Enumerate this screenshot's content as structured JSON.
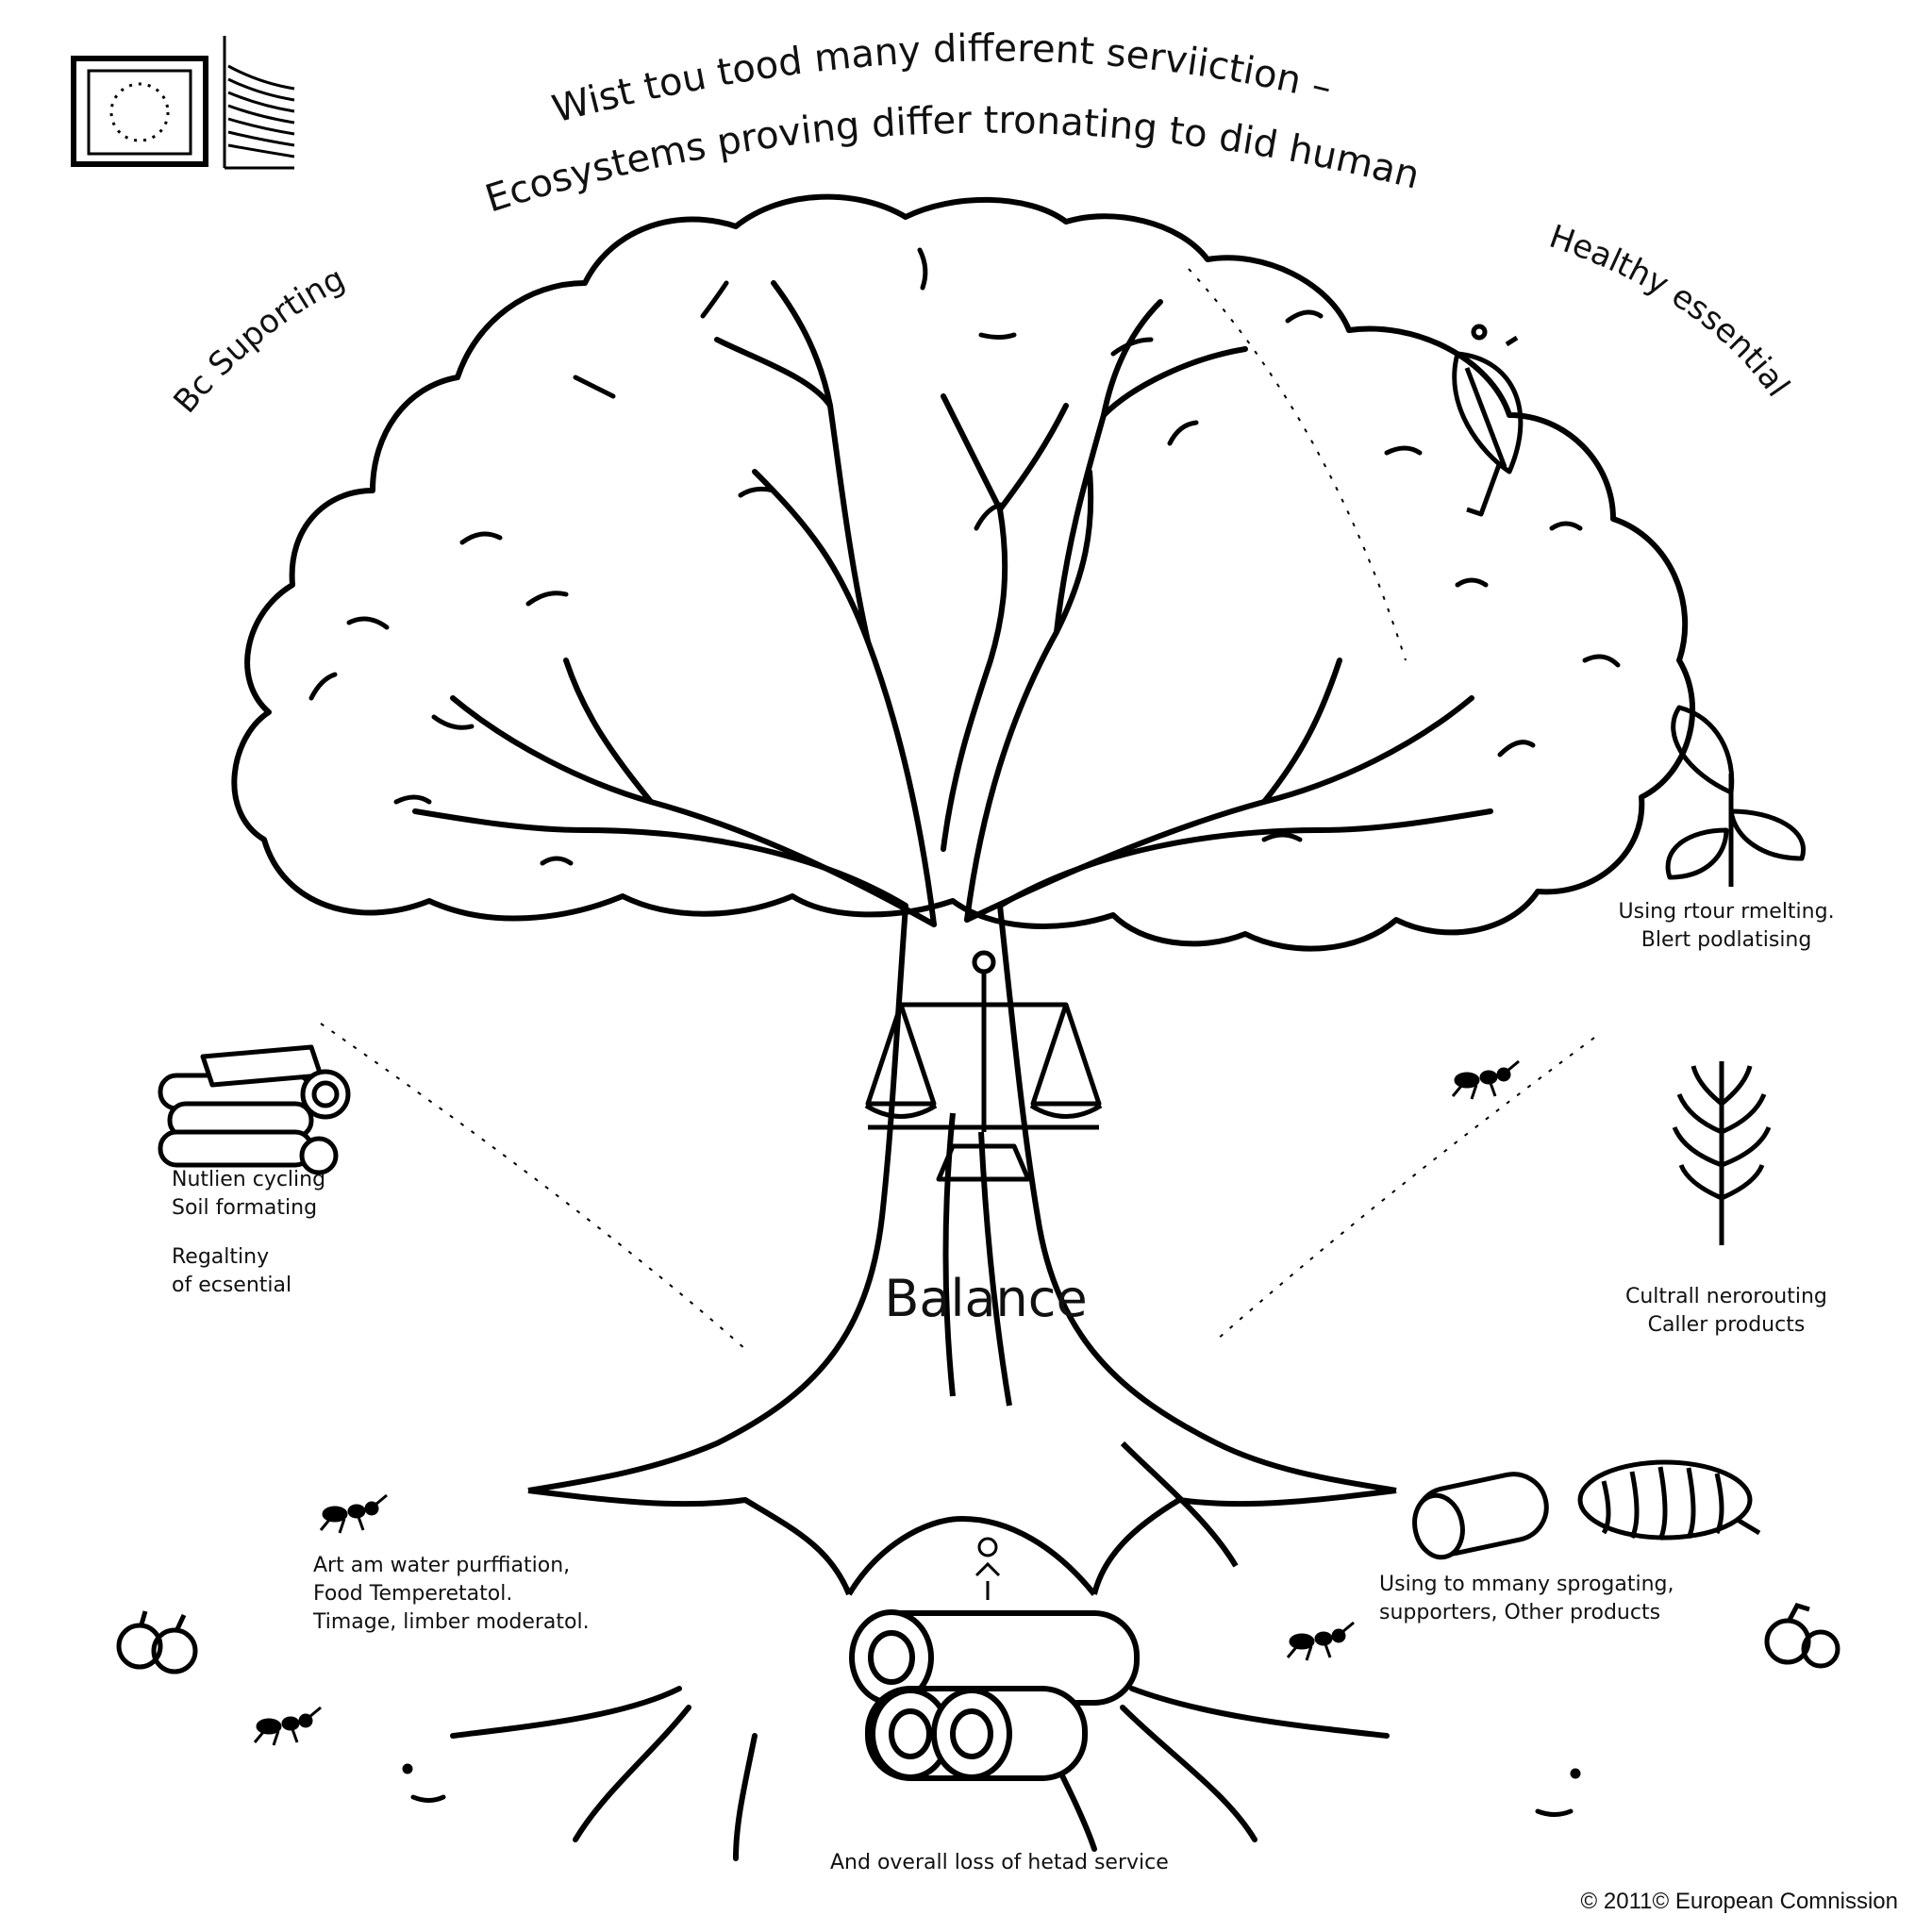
{
  "header": {
    "title_line1": "Wist tou tood many different serviiction –",
    "title_line2": "Ecosystems proving differ tronating to did humans:",
    "left_arc": "Bc Suporting",
    "right_arc": "Healthy essential"
  },
  "trunk": {
    "label": "Balance"
  },
  "captions": {
    "right_top": [
      "Using rtour rmelting.",
      "Blert podlatising"
    ],
    "left_mid": [
      "Nutlien cycling",
      "Soil formating"
    ],
    "left_mid2": [
      "Regaltiny",
      "of ecsential"
    ],
    "right_mid": [
      "Cultrall nerorouting",
      "Caller products"
    ],
    "left_bottom": [
      "Art am water purffiation,",
      "Food Temperetatol.",
      "Timage, limber moderatol."
    ],
    "right_bottom": [
      "Using to mmany sprogating,",
      "supporters, Other products"
    ],
    "bottom_center": "And overall loss of hetad service"
  },
  "footer": {
    "copyright": "© 2011© European Comnission"
  },
  "icons": [
    "eu-flag-icon",
    "commission-logo-icon",
    "leaf-icon",
    "plant-sprout-icon",
    "fern-icon",
    "firewood-icon",
    "ant-icon",
    "log-icon",
    "wool-roll-icon",
    "apple-icon",
    "scales-icon"
  ]
}
